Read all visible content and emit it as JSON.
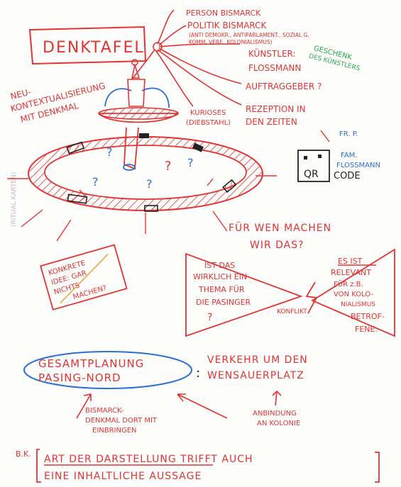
{
  "colors": {
    "red": "#e23434",
    "black": "#222222",
    "green": "#2aa84a",
    "blue": "#2a6fd6",
    "paper": "#fdfdfb",
    "faint": "#c9b7c7"
  },
  "title": "DENKTAFEL",
  "left_note": [
    "NEU-",
    "KONTEXTUALISIERUNG",
    "MIT DENKMAL"
  ],
  "faint_side_label": "(RITUAL KARTEN)",
  "fountain_notes": {
    "kurioses": [
      "KURIOSES",
      "(DIEBSTAHL)"
    ]
  },
  "branches": {
    "person": "PERSON BISMARCK",
    "politik": "POLITIK BISMARCK",
    "politik_sub": [
      "(ANTI DEMOKR., ANTIPARLAMENT., SOZIAL G.",
      "KOMM. VERF., KOLONIALISMUS)"
    ],
    "kuenstler": "KÜNSTLER:",
    "kuenstler_name": "FLOSSMANN",
    "kuenstler_note": [
      "GESCHENK",
      "DES KÜNSTLERS"
    ],
    "auftraggeber": "AUFTRAGGEBER ?",
    "rezeption": [
      "REZEPTION IN",
      "DEN ZEITEN"
    ]
  },
  "qr_block": {
    "code_label": "QR",
    "code_word": "CODE",
    "notes": [
      "FR. P.",
      "FAM.",
      "FLOSSMANN"
    ]
  },
  "question_marks": [
    "?",
    "?",
    "?",
    "?",
    "?"
  ],
  "question": [
    "FÜR WEN MACHEN",
    "WIR DAS?"
  ],
  "konkrete_idee": [
    "KONKRETE",
    "IDEE: GAR",
    "NICHTS",
    "MACHEN?"
  ],
  "left_box": [
    "IST DAS",
    "WIRKLICH EIN",
    "THEMA FÜR",
    "DIE PASINGER",
    "?"
  ],
  "right_box": [
    "ES IST",
    "RELEVANT",
    "FÜR z.B.",
    "VON KOLO-",
    "NIALISMUS",
    "BETROF-",
    "FENE."
  ],
  "konflikt": "KONFLIKT",
  "planning": {
    "oval_lines": [
      "GESAMTPLANUNG",
      "PASING-NORD"
    ],
    "colon": ":",
    "traffic_lines": [
      "VERKEHR UM DEN",
      "WENSAUERPLATZ"
    ],
    "bismarck_note": [
      "BISMARCK-",
      "DENKMAL DORT MIT",
      "EINBRINGEN"
    ],
    "anbindung_note": [
      "ANBINDUNG",
      "AN KOLONIE"
    ]
  },
  "footer": {
    "prefix": "B.K.",
    "lines": [
      "ART DER DARSTELLUNG TRIFFT AUCH",
      "EINE INHALTLICHE AUSSAGE"
    ]
  }
}
